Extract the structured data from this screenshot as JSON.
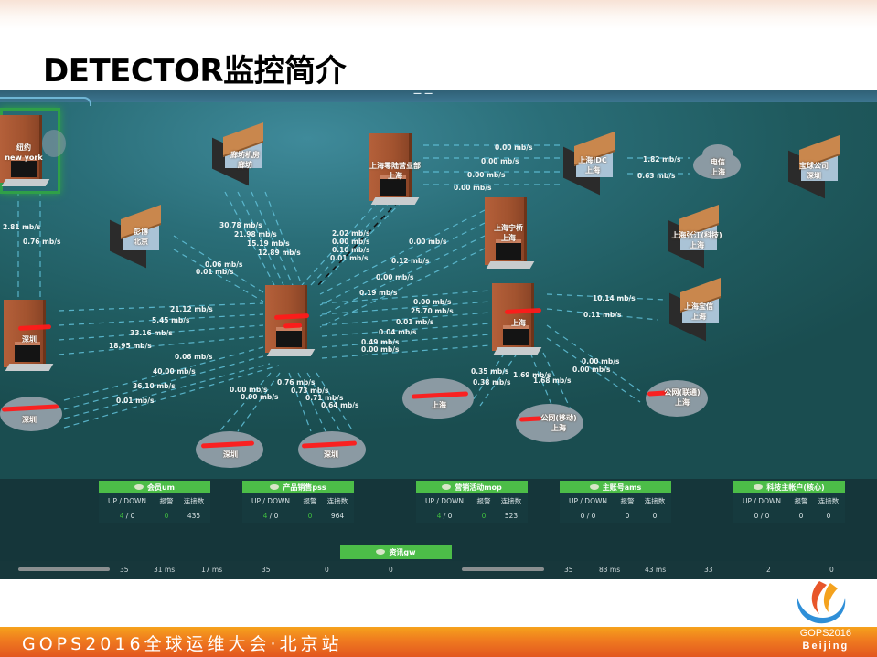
{
  "slide": {
    "title": "DETECTOR监控简介",
    "footer_text": "GOPS2016全球运维大会·北京站",
    "footer_brand_line1": "GOPS2016",
    "footer_brand_line2": "Beijing"
  },
  "topology": {
    "nodes": [
      {
        "id": "newyork",
        "type": "warehouse",
        "label_line1": "纽约",
        "label_line2": "new york",
        "highlighted": true
      },
      {
        "id": "langfang",
        "type": "house",
        "label_line1": "廊坊机房",
        "label_line2": "廊坊"
      },
      {
        "id": "shanghai-waigaoqiao",
        "type": "warehouse",
        "label_line1": "上海零陆营业部",
        "label_line2": "上海"
      },
      {
        "id": "shanghai-idc",
        "type": "house",
        "label_line1": "上海IDC",
        "label_line2": "上海"
      },
      {
        "id": "dianxin-shanghai",
        "type": "cloud",
        "label_line1": "电信",
        "label_line2": "上海"
      },
      {
        "id": "shenzhen-company",
        "type": "house",
        "label_line1": "宝球公司",
        "label_line2": "深圳"
      },
      {
        "id": "pengbo-beijing",
        "type": "house",
        "label_line1": "彭博",
        "label_line2": "北京"
      },
      {
        "id": "shanghai-ningqiao",
        "type": "warehouse",
        "label_line1": "上海宁桥",
        "label_line2": "上海"
      },
      {
        "id": "shanghai-zhangjiang",
        "type": "house",
        "label_line1": "上海张江(科技)",
        "label_line2": "上海"
      },
      {
        "id": "shenzhen-warehouse",
        "type": "warehouse",
        "label_line1": "[redacted]",
        "label_line2": "深圳"
      },
      {
        "id": "central",
        "type": "warehouse",
        "label_line1": "[redacted]",
        "label_line2": ""
      },
      {
        "id": "shanghai-right-wh",
        "type": "warehouse",
        "label_line1": "[redacted]",
        "label_line2": "上海"
      },
      {
        "id": "shanghai-baoxin",
        "type": "house",
        "label_line1": "上海宝信",
        "label_line2": "上海"
      },
      {
        "id": "shenzhen-cloud",
        "type": "cloud",
        "label_line1": "[redacted]",
        "label_line2": "深圳"
      },
      {
        "id": "shanghai-dianxin-cloud",
        "type": "cloud",
        "label_line1": "[redacted](电信)",
        "label_line2": "上海"
      },
      {
        "id": "gongwang-yidong",
        "type": "cloud",
        "label_line1": "公网(移动)",
        "label_line2": "上海"
      },
      {
        "id": "gongwang-liantong",
        "type": "cloud",
        "label_line1": "公网(联通)",
        "label_line2": "上海"
      },
      {
        "id": "shenzhen-cloud-2",
        "type": "cloud",
        "label_line1": "[redacted]",
        "label_line2": "深圳"
      },
      {
        "id": "shenzhen-cloud-3",
        "type": "cloud",
        "label_line1": "[redacted]",
        "label_line2": "深圳"
      }
    ],
    "rates": {
      "ny_1": "2.81 mb/s",
      "ny_2": "0.76 mb/s",
      "lf_1": "30.78 mb/s",
      "lf_2": "21.98 mb/s",
      "lf_3": "15.19 mb/s",
      "lf_4": "12.89 mb/s",
      "pb_1": "0.06 mb/s",
      "pb_2": "0.01 mb/s",
      "shw_1": "0.00 mb/s",
      "shw_2": "0.00 mb/s",
      "shw_3": "0.00 mb/s",
      "shw_4": "0.00 mb/s",
      "shw_c_1": "2.02 mb/s",
      "shw_c_2": "0.00 mb/s",
      "shw_c_3": "0.10 mb/s",
      "shw_c_4": "0.01 mb/s",
      "nq_1": "0.00 mb/s",
      "nq_2": "0.12 mb/s",
      "nq_3": "0.00 mb/s",
      "nq_4": "0.19 mb/s",
      "idc_1": "1.82 mb/s",
      "idc_2": "0.63 mb/s",
      "sz_1": "21.12 mb/s",
      "sz_2": "5.45 mb/s",
      "sz_3": "33.16 mb/s",
      "sz_4": "18.95 mb/s",
      "szc_1": "0.06 mb/s",
      "szc_2": "40.00 mb/s",
      "szc_3": "36.10 mb/s",
      "szc_4": "0.01 mb/s",
      "r_1": "0.00 mb/s",
      "r_2": "25.70 mb/s",
      "r_3": "0.01 mb/s",
      "r_4": "0.04 mb/s",
      "r_5": "0.49 mb/s",
      "r_6": "0.00 mb/s",
      "bx_1": "10.14 mb/s",
      "bx_2": "0.11 mb/s",
      "lt_1": "0.00 mb/s",
      "lt_2": "0.00 mb/s",
      "dx_1": "0.35 mb/s",
      "dx_2": "0.38 mb/s",
      "yd_1": "1.69 mb/s",
      "yd_2": "1.68 mb/s",
      "c2_1": "0.00 mb/s",
      "c2_2": "0.00 mb/s",
      "c3_1": "0.76 mb/s",
      "c3_2": "0.73 mb/s",
      "c3_3": "0.71 mb/s",
      "c3_4": "0.64 mb/s"
    }
  },
  "services": {
    "headers": {
      "updown": "UP / DOWN",
      "alarm": "报警",
      "conn": "连接数"
    },
    "items": [
      {
        "name": "会员um",
        "up": "4",
        "down": "/ 0",
        "alarm": "0",
        "conn": "435"
      },
      {
        "name": "产品销售pss",
        "up": "4",
        "down": "/ 0",
        "alarm": "0",
        "conn": "964"
      },
      {
        "name": "营销活动mop",
        "up": "4",
        "down": "/ 0",
        "alarm": "0",
        "conn": "523"
      },
      {
        "name": "主账号ams",
        "up": "0",
        "down": "/ 0",
        "alarm": "0",
        "conn": "0"
      },
      {
        "name": "科技主帐户(核心)",
        "up": "0",
        "down": "/ 0",
        "alarm": "0",
        "conn": "0"
      }
    ],
    "gateway": {
      "name": "资讯gw"
    }
  },
  "bottom_row": {
    "cells": [
      "35",
      "31 ms",
      "17 ms",
      "35",
      "0",
      "0",
      "35",
      "83 ms",
      "43 ms",
      "33",
      "2",
      "0"
    ]
  }
}
